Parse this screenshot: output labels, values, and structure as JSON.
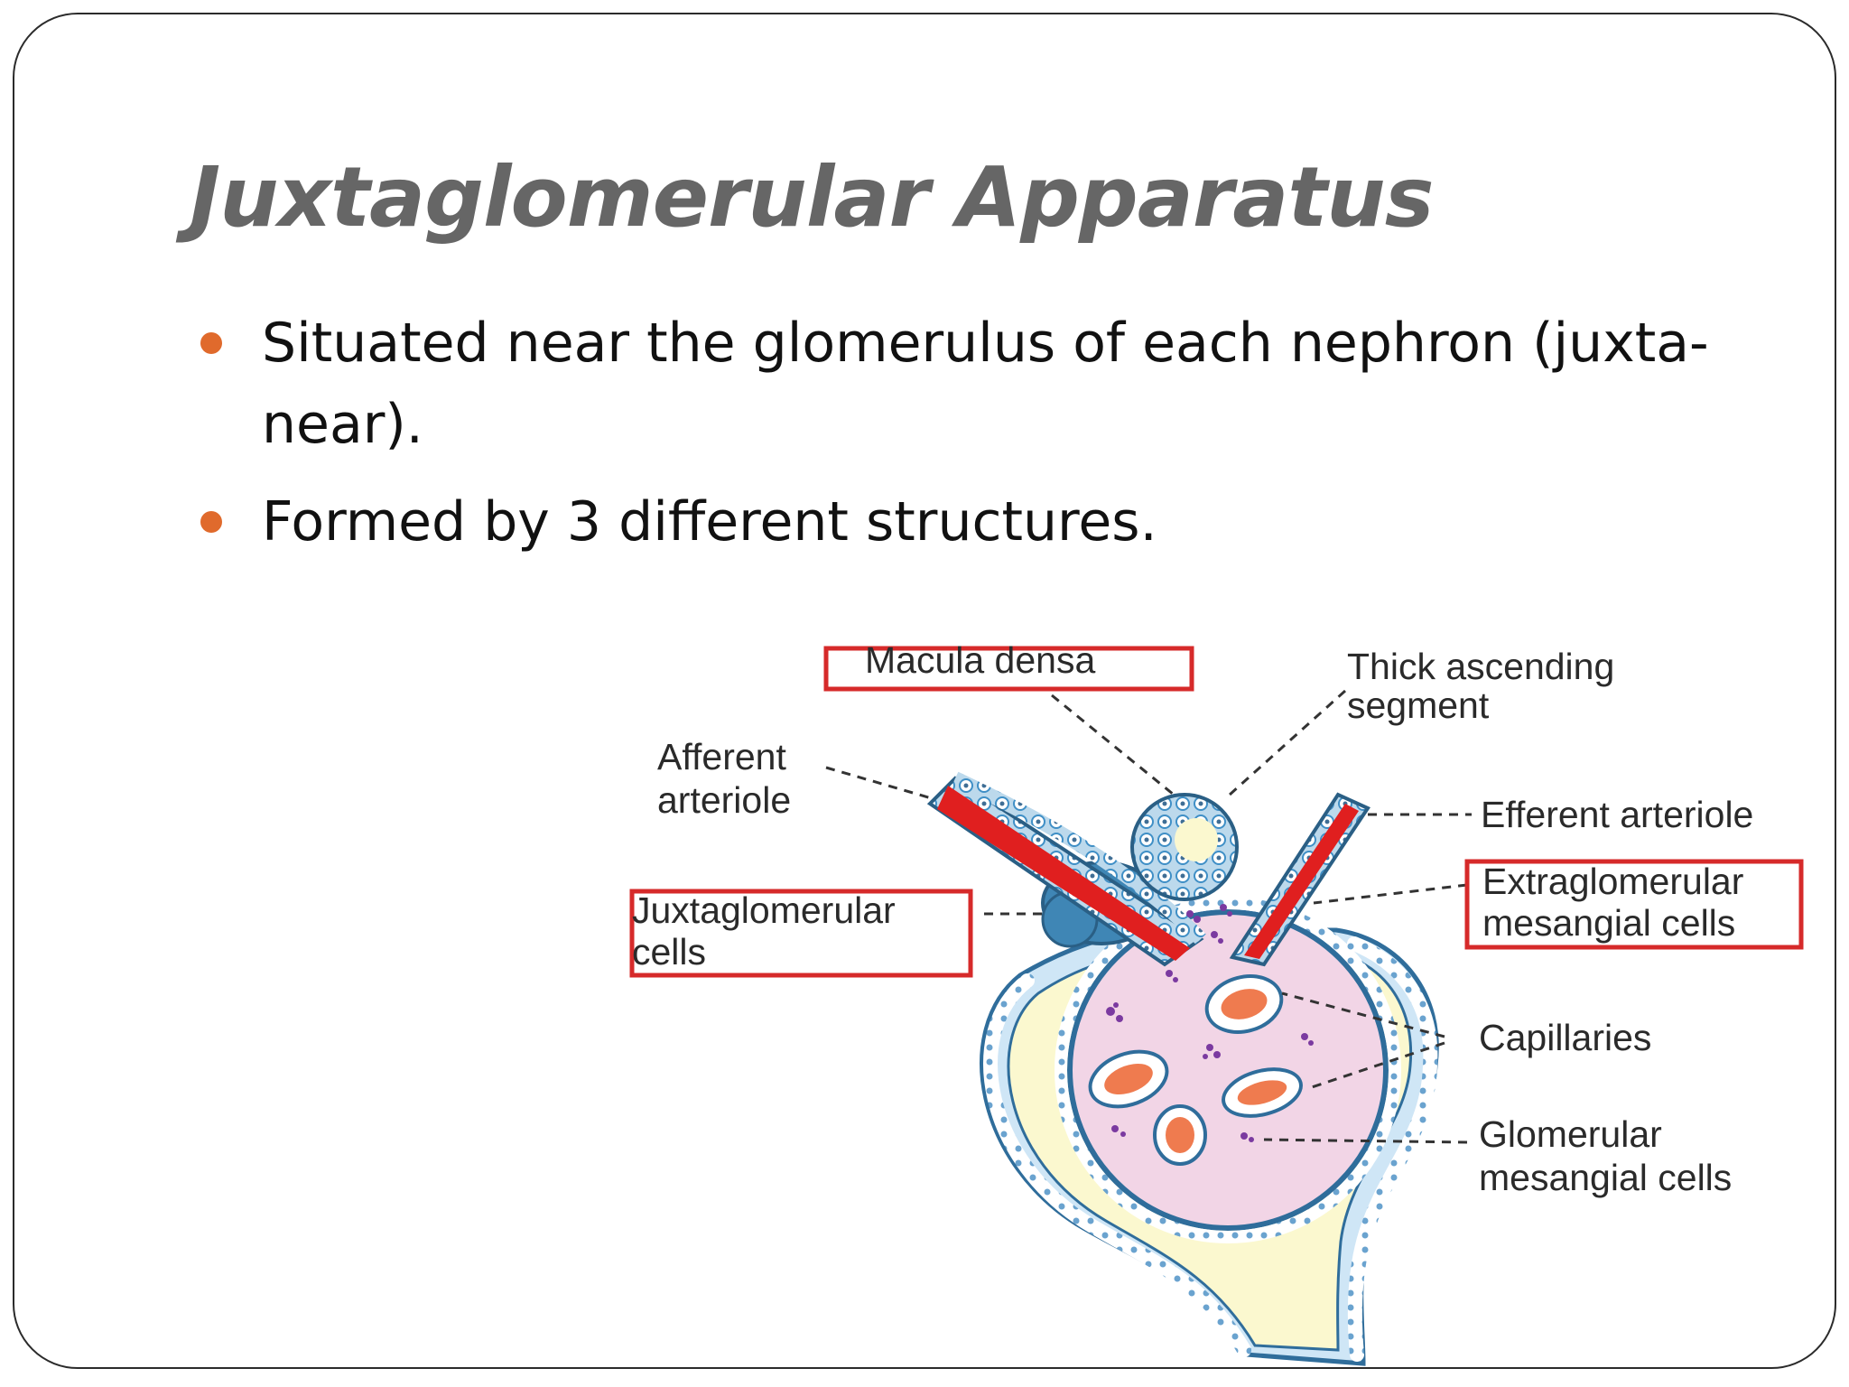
{
  "slide": {
    "title": "Juxtaglomerular Apparatus",
    "bullets": [
      "Situated near the glomerulus of each nephron (juxta-near).",
      "Formed by 3 different structures."
    ]
  },
  "diagram": {
    "labels": {
      "macula_densa": "Macula densa",
      "thick_ascending_1": "Thick ascending",
      "thick_ascending_2": "segment",
      "afferent_1": "Afferent",
      "afferent_2": "arteriole",
      "efferent": "Efferent arteriole",
      "juxta_1": "Juxtaglomerular",
      "juxta_2": "cells",
      "extra_1": "Extraglomerular",
      "extra_2": "mesangial cells",
      "capillaries": "Capillaries",
      "glom_mes_1": "Glomerular",
      "glom_mes_2": "mesangial cells"
    },
    "colors": {
      "highlight_box": "#d62a2a",
      "arteriole_blood": "#e01f1f",
      "capsule_fill": "#fbf8cf",
      "glomerulus_fill": "#f4d6e8",
      "cell_blue": "#4da0d8"
    }
  }
}
